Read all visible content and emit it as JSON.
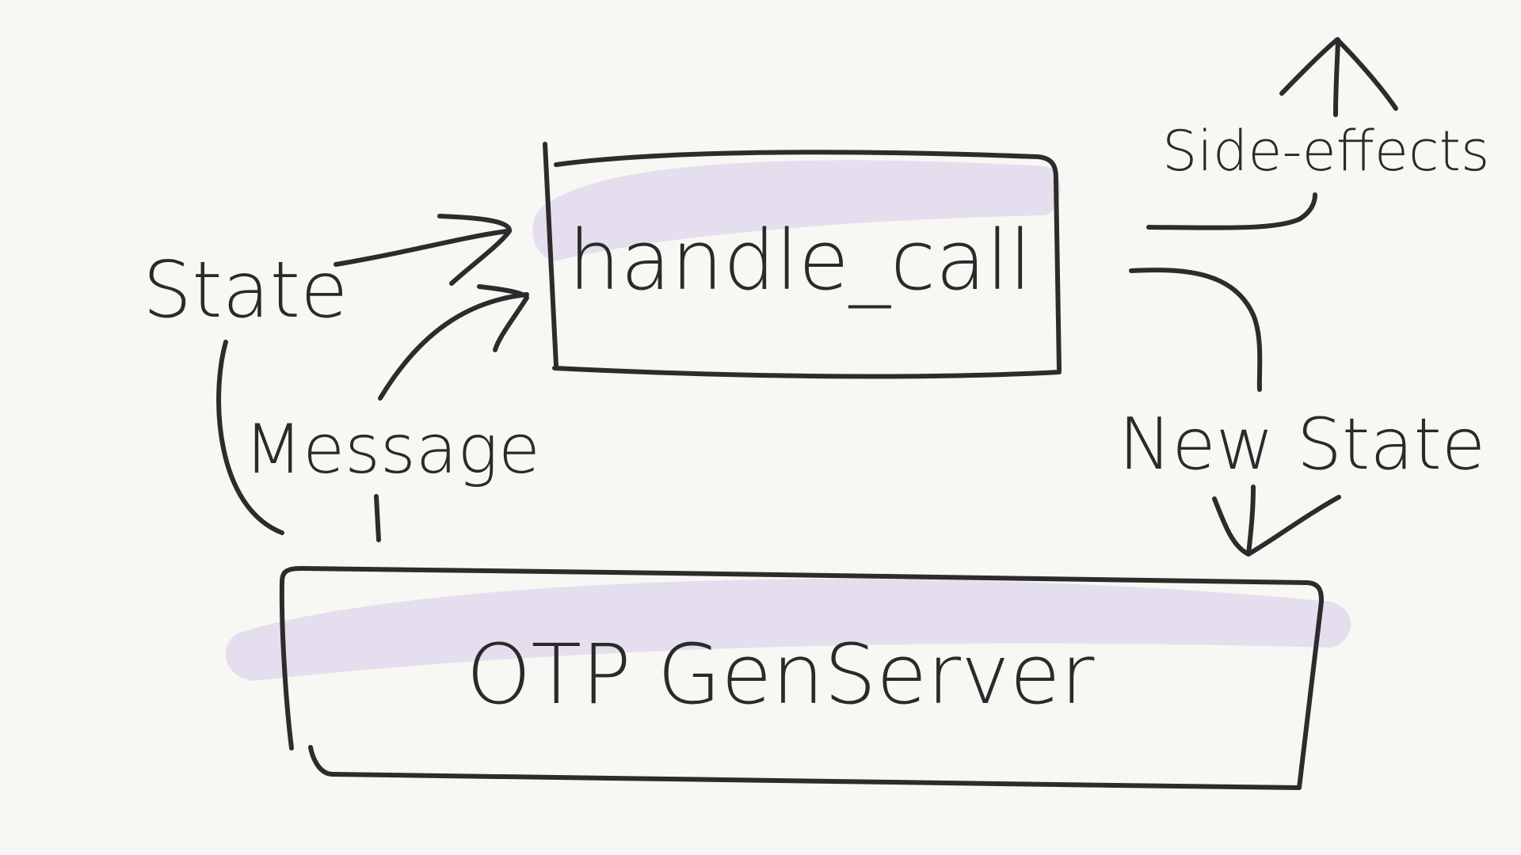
{
  "diagram": {
    "nodes": {
      "handler": {
        "label": "handle_call"
      },
      "server": {
        "label": "OTP GenServer"
      }
    },
    "edges": {
      "state": {
        "label": "State"
      },
      "message": {
        "label": "Message"
      },
      "new_state": {
        "label": "New State"
      },
      "side_effects": {
        "label": "Side-effects"
      }
    }
  },
  "colors": {
    "background": "#f7f8f3",
    "ink": "#2c2c2c",
    "highlight": "#ded6ec"
  }
}
